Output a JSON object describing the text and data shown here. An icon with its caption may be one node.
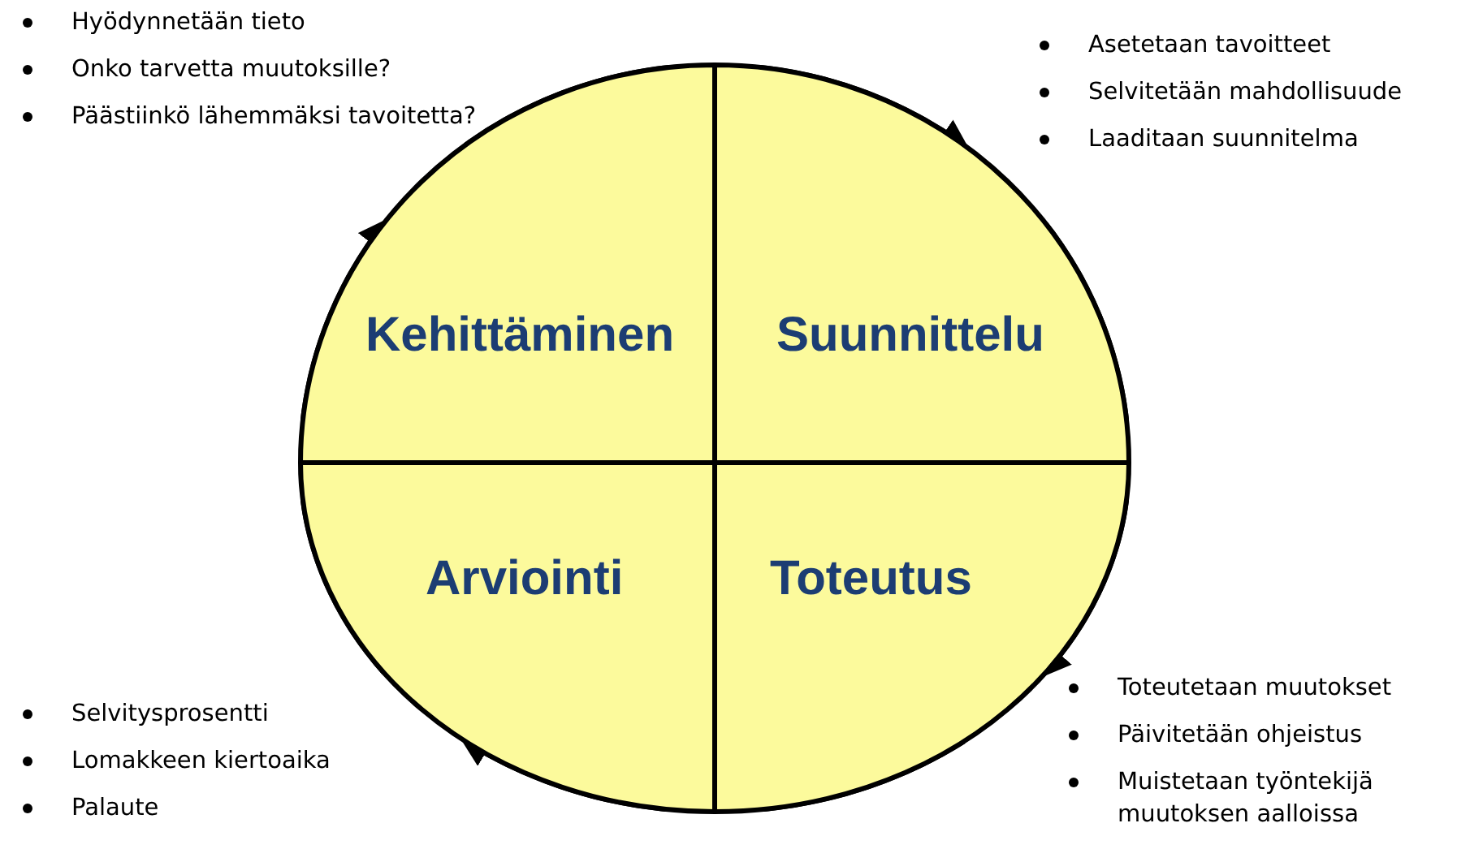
{
  "diagram": {
    "nodes": [
      {
        "text": [
          "Kehittäminen"
        ],
        "beside": [
          "Hyödynnetään tieto",
          "Onko tarvetta muutoksille?",
          "Päästiinkö lähemmäksi tavoitetta?"
        ]
      },
      {
        "text": [
          "Suunnittelu"
        ],
        "beside": [
          "Asetetaan tavoitteet",
          "Selvitetään mahdollisuude",
          "Laaditaan suunnitelma"
        ]
      },
      {
        "text": [
          "Arviointi"
        ],
        "beside": [
          "Selvitysprosentti",
          "Lomakkeen kiertoaika",
          "Palaute"
        ]
      },
      {
        "text": [
          "Toteutus"
        ],
        "beside": [
          "Toteutetaan muutokset",
          "Päivitetään ohjeistus",
          "Muistetaan työntekijä muutoksen aalloissa"
        ]
      }
    ],
    "edges": [
      {
        "from": 0,
        "to": 1,
        "arrow": "to"
      },
      {
        "from": 1,
        "to": 3,
        "arrow": "to"
      },
      {
        "from": 3,
        "to": 2,
        "arrow": "to"
      },
      {
        "from": 2,
        "to": 0,
        "arrow": "to"
      }
    ]
  }
}
